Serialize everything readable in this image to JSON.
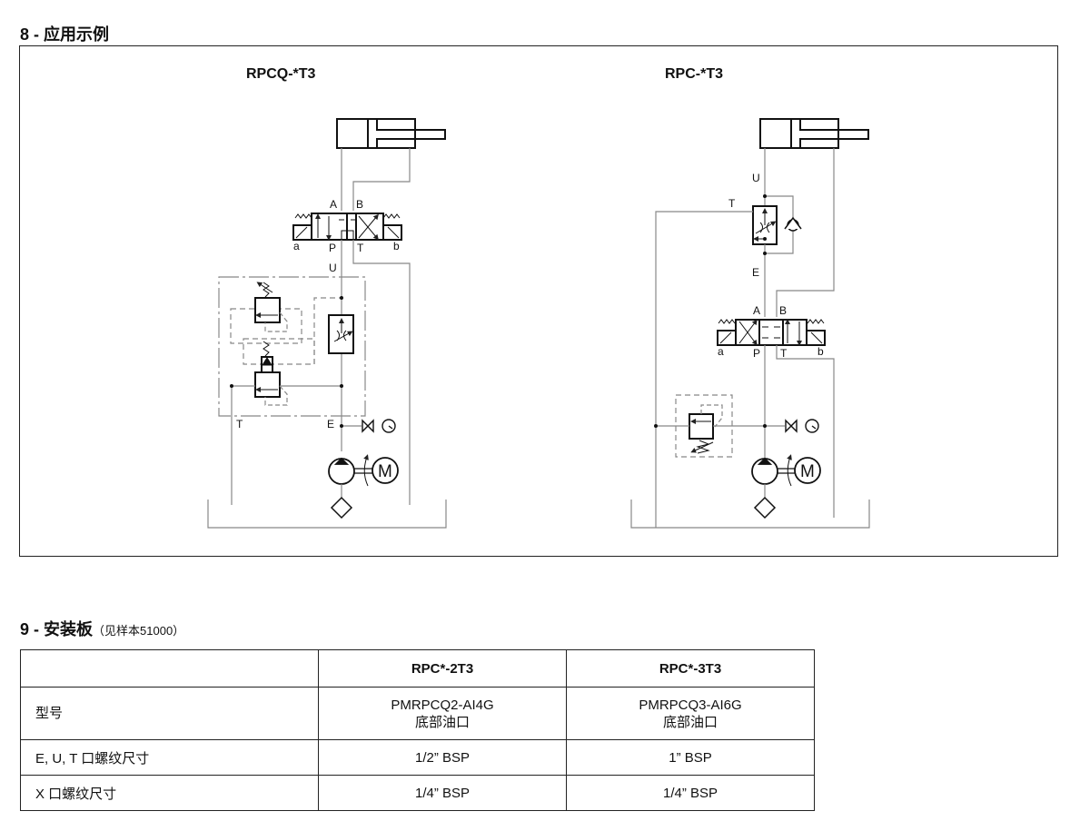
{
  "section8": {
    "number": "8 -",
    "title": "应用示例",
    "diagrams": [
      {
        "title": "RPCQ-*T3",
        "ports": {
          "A": "A",
          "B": "B",
          "P": "P",
          "T": "T",
          "a": "a",
          "b": "b",
          "U": "U",
          "E": "E",
          "T2": "T",
          "motor": "M"
        }
      },
      {
        "title": "RPC-*T3",
        "ports": {
          "U": "U",
          "T": "T",
          "E": "E",
          "A": "A",
          "B": "B",
          "P": "P",
          "T2": "T",
          "a": "a",
          "b": "b",
          "motor": "M"
        }
      }
    ]
  },
  "section9": {
    "number": "9 -",
    "title": "安装板",
    "note": "（见样本51000）",
    "table": {
      "headers": [
        "",
        "RPC*-2T3",
        "RPC*-3T3"
      ],
      "rows": [
        {
          "label": "型号",
          "col1_line1": "PMRPCQ2-AI4G",
          "col1_line2": "底部油口",
          "col2_line1": "PMRPCQ3-AI6G",
          "col2_line2": "底部油口"
        },
        {
          "label": "E, U, T 口螺纹尺寸",
          "col1": "1/2” BSP",
          "col2": "1” BSP"
        },
        {
          "label": "X 口螺纹尺寸",
          "col1": "1/4” BSP",
          "col2": "1/4” BSP"
        }
      ]
    }
  }
}
